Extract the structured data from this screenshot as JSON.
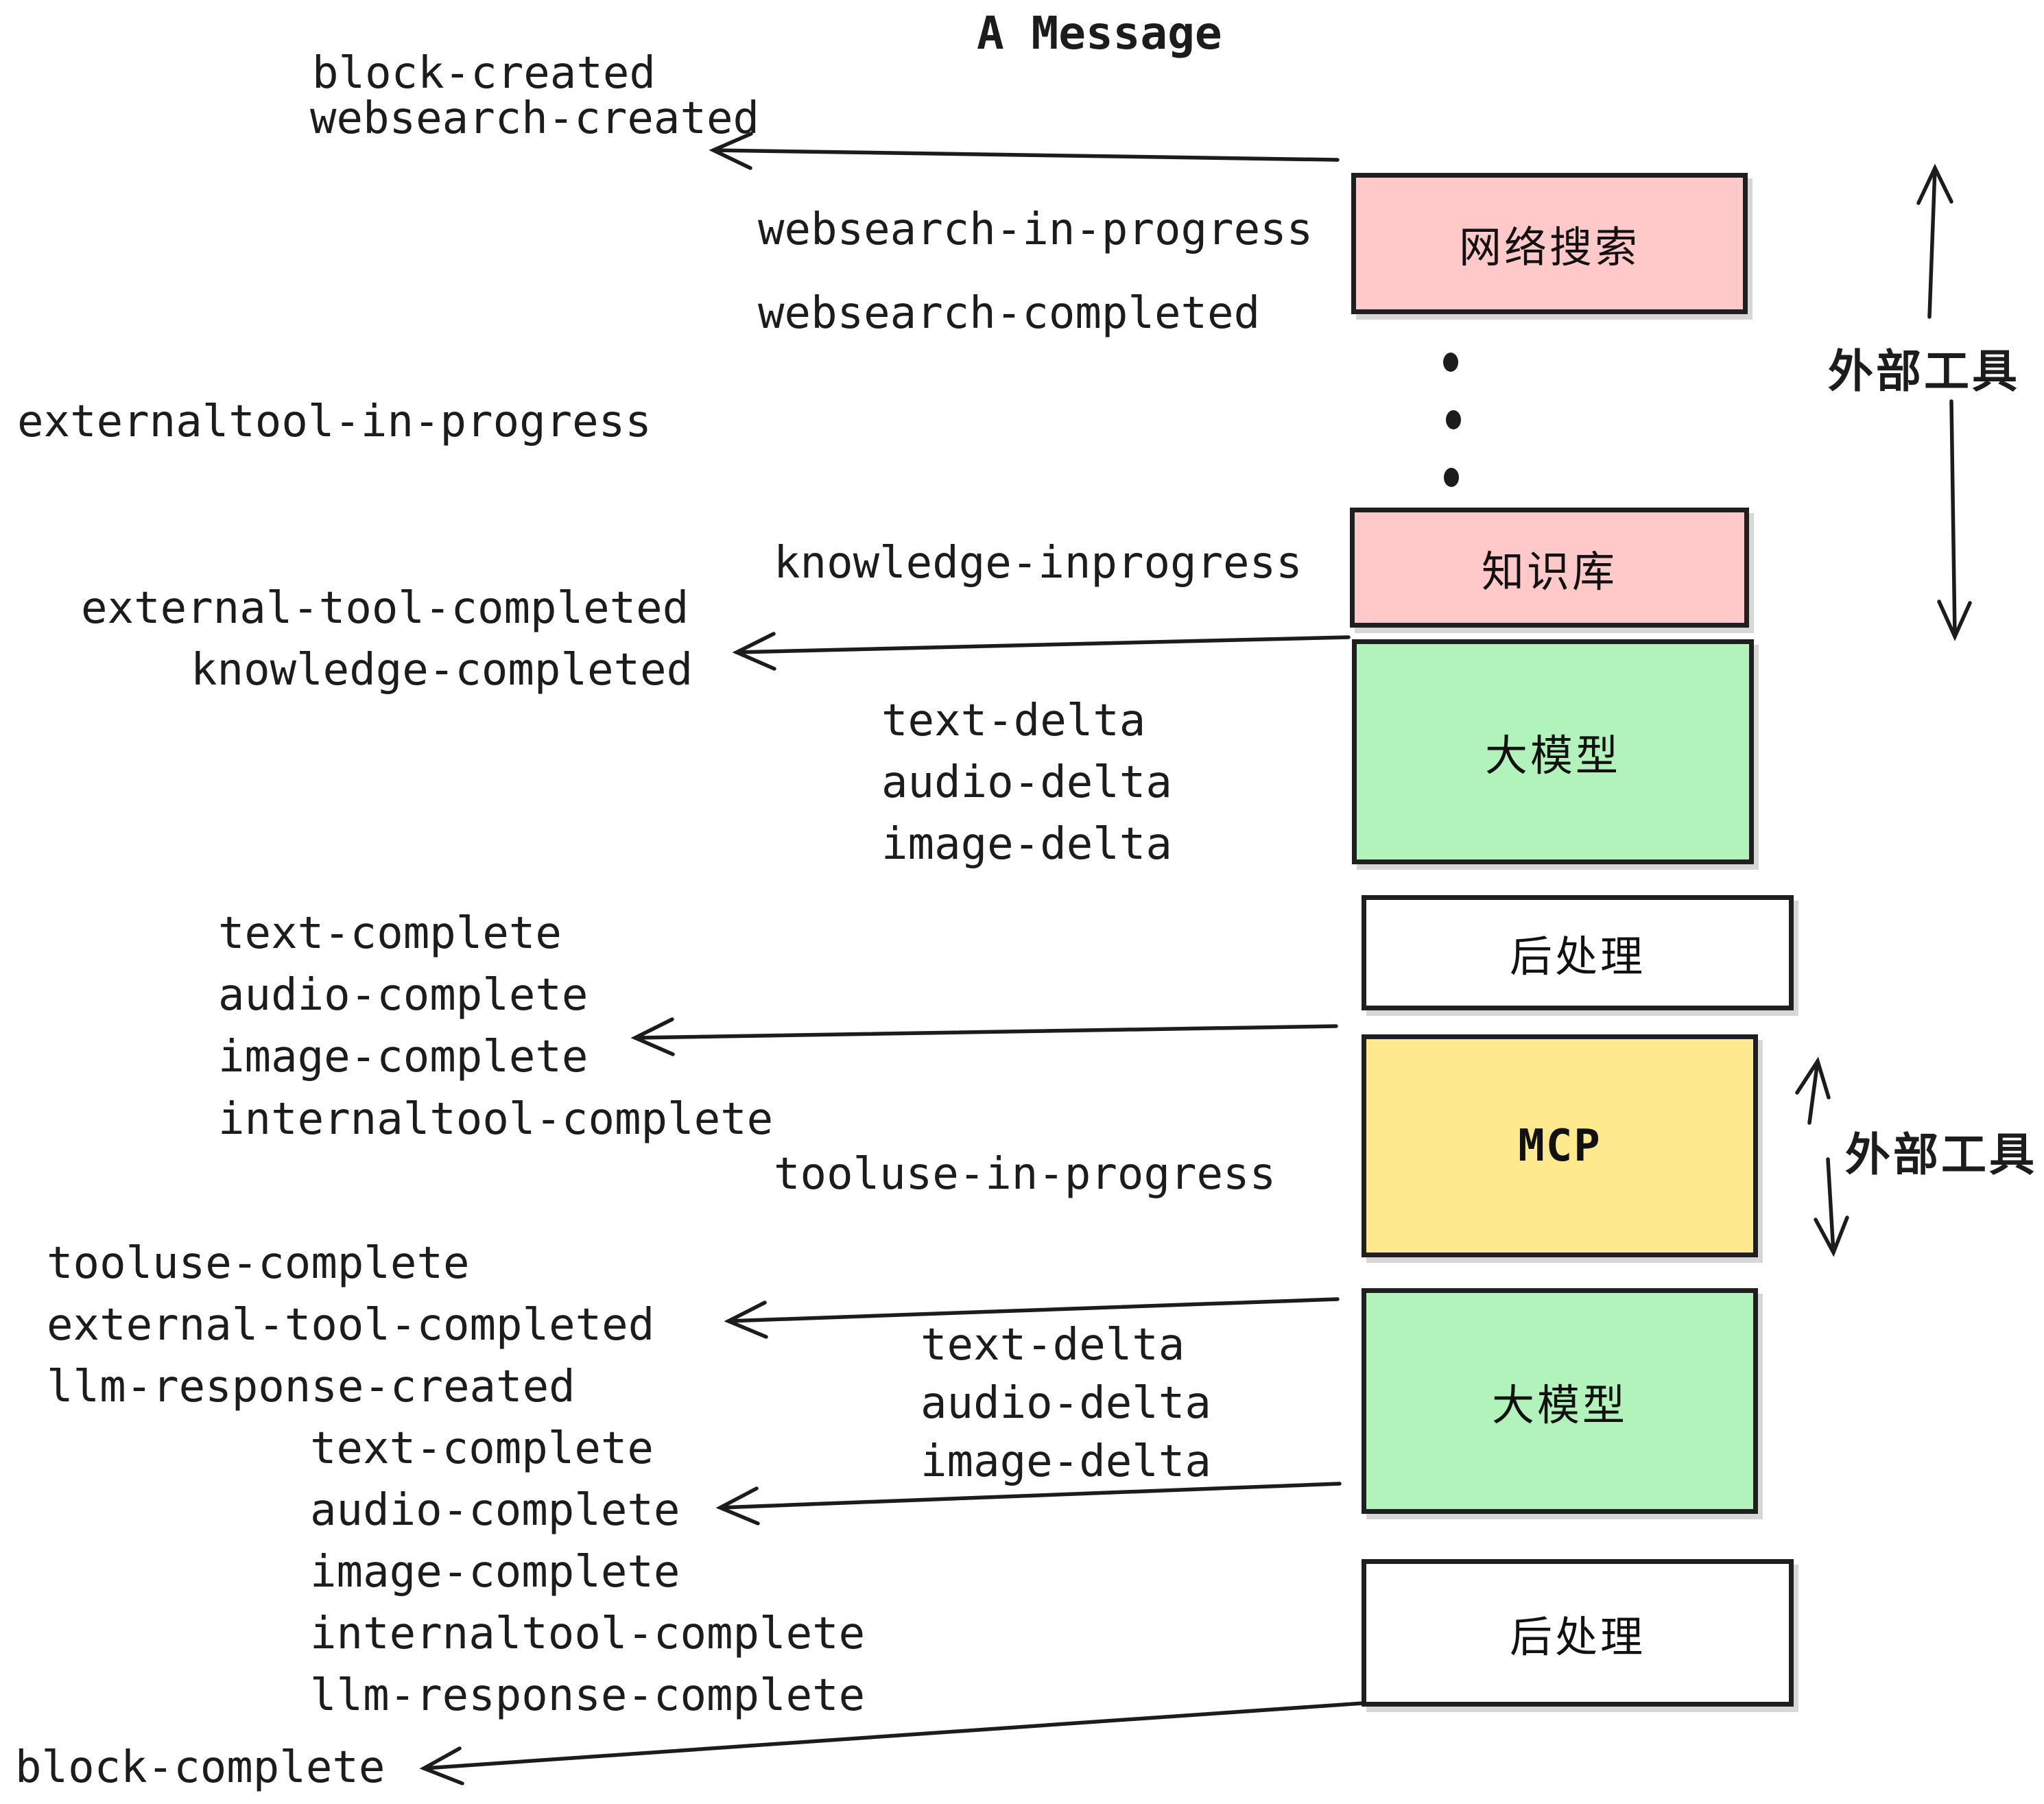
{
  "title": "A Message",
  "boxes": [
    {
      "label": "网络搜索",
      "color": "#ffc9c9"
    },
    {
      "label": "知识库",
      "color": "#ffc9c9"
    },
    {
      "label": "大模型",
      "color": "#b2f2bb"
    },
    {
      "label": "后处理",
      "color": "#ffffff"
    },
    {
      "label": "MCP",
      "color": "#ffe98f"
    },
    {
      "label": "大模型",
      "color": "#b2f2bb"
    },
    {
      "label": "后处理",
      "color": "#ffffff"
    }
  ],
  "events": {
    "block_created": "block-created",
    "websearch_created": "websearch-created",
    "websearch_in_progress": "websearch-in-progress",
    "websearch_completed": "websearch-completed",
    "externaltool_in_progress": "externaltool-in-progress",
    "knowledge_inprogress": "knowledge-inprogress",
    "external_tool_completed_1": "external-tool-completed",
    "knowledge_completed": "knowledge-completed",
    "text_delta_1": "text-delta",
    "audio_delta_1": "audio-delta",
    "image_delta_1": "image-delta",
    "text_complete_1": "text-complete",
    "audio_complete_1": "audio-complete",
    "image_complete_1": "image-complete",
    "internaltool_complete_1": "internaltool-complete",
    "tooluse_in_progress": "tooluse-in-progress",
    "tooluse_complete": "tooluse-complete",
    "external_tool_completed_2": "external-tool-completed",
    "llm_response_created": "llm-response-created",
    "text_complete_2": "text-complete",
    "text_delta_2": "text-delta",
    "audio_delta_2": "audio-delta",
    "image_delta_2": "image-delta",
    "audio_complete_2": "audio-complete",
    "image_complete_2": "image-complete",
    "internaltool_complete_2": "internaltool-complete",
    "llm_response_complete": "llm-response-complete",
    "block_complete": "block-complete"
  },
  "side": {
    "external_tools_top": "外部工具",
    "external_tools_mcp": "外部工具"
  },
  "colors": {
    "pink": "#ffc9c9",
    "green": "#b2f2bb",
    "yellow": "#ffe98f",
    "ink": "#1c1c1c"
  }
}
